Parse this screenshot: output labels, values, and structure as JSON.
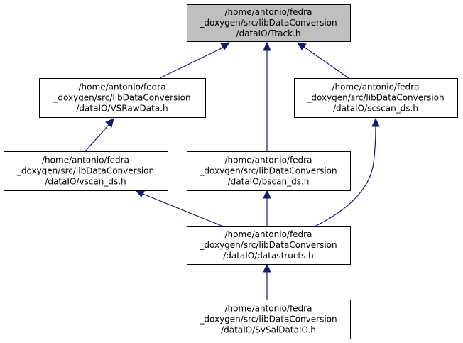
{
  "nodes": [
    {
      "id": "track",
      "lines": [
        "/home/antonio/fedra",
        "_doxygen/src/libDataConversion",
        "/dataIO/Track.h"
      ],
      "highlighted": true
    },
    {
      "id": "vsrawdata",
      "lines": [
        "/home/antonio/fedra",
        "_doxygen/src/libDataConversion",
        "/dataIO/VSRawData.h"
      ],
      "highlighted": false
    },
    {
      "id": "scscan",
      "lines": [
        "/home/antonio/fedra",
        "_doxygen/src/libDataConversion",
        "/dataIO/scscan_ds.h"
      ],
      "highlighted": false
    },
    {
      "id": "vscan",
      "lines": [
        "/home/antonio/fedra",
        "_doxygen/src/libDataConversion",
        "/dataIO/vscan_ds.h"
      ],
      "highlighted": false
    },
    {
      "id": "bscan",
      "lines": [
        "/home/antonio/fedra",
        "_doxygen/src/libDataConversion",
        "/dataIO/bscan_ds.h"
      ],
      "highlighted": false
    },
    {
      "id": "datastructs",
      "lines": [
        "/home/antonio/fedra",
        "_doxygen/src/libDataConversion",
        "/dataIO/datastructs.h"
      ],
      "highlighted": false
    },
    {
      "id": "sysaldataio",
      "lines": [
        "/home/antonio/fedra",
        "_doxygen/src/libDataConversion",
        "/dataIO/SySalDataIO.h"
      ],
      "highlighted": false
    }
  ],
  "edges": [
    {
      "from": "vsrawdata",
      "to": "track"
    },
    {
      "from": "bscan",
      "to": "track"
    },
    {
      "from": "scscan",
      "to": "track"
    },
    {
      "from": "vscan",
      "to": "vsrawdata"
    },
    {
      "from": "datastructs",
      "to": "vscan"
    },
    {
      "from": "datastructs",
      "to": "bscan"
    },
    {
      "from": "datastructs",
      "to": "scscan"
    },
    {
      "from": "sysaldataio",
      "to": "datastructs"
    }
  ],
  "colors": {
    "edge": "#191970",
    "highlight_fill": "#bfbfbf",
    "node_fill": "#ffffff",
    "node_stroke": "#000000",
    "text": "#000000"
  }
}
